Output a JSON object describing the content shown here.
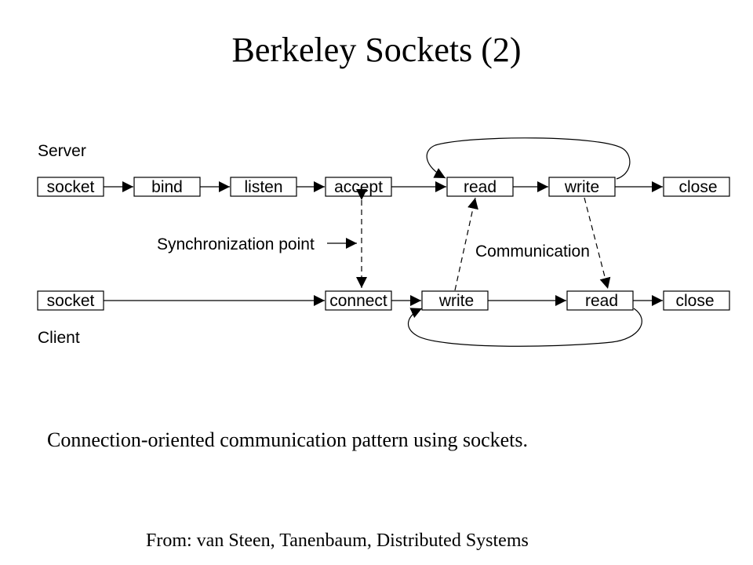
{
  "title": "Berkeley Sockets (2)",
  "diagram": {
    "server_label": "Server",
    "client_label": "Client",
    "server": [
      "socket",
      "bind",
      "listen",
      "accept",
      "read",
      "write",
      "close"
    ],
    "client": [
      "socket",
      "connect",
      "write",
      "read",
      "close"
    ],
    "sync_label": "Synchronization point",
    "comm_label": "Communication"
  },
  "caption": "Connection-oriented communication pattern using sockets.",
  "source": "From: van Steen, Tanenbaum, Distributed Systems"
}
